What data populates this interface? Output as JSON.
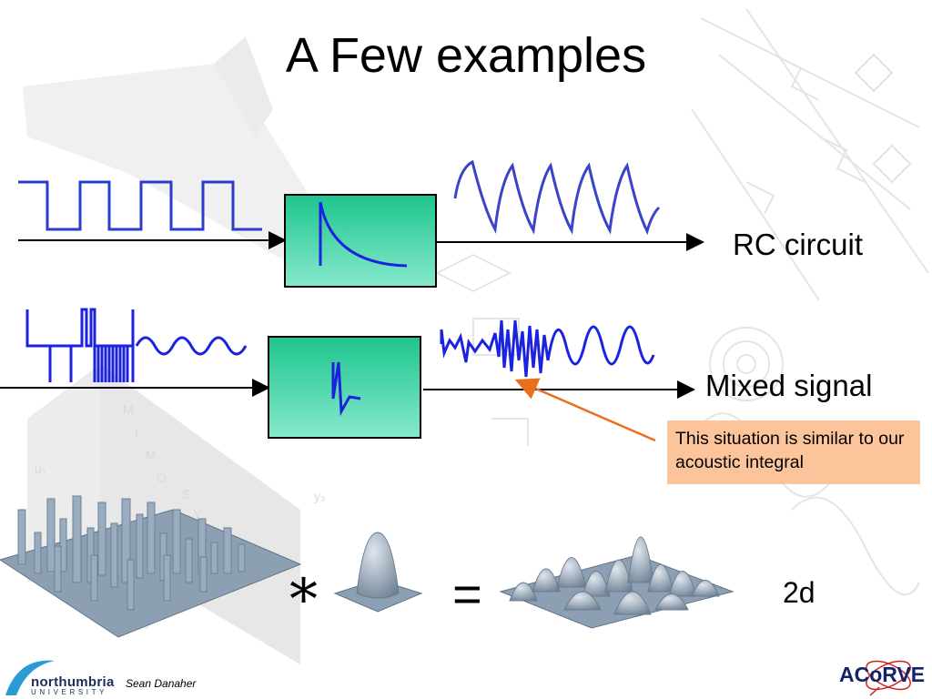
{
  "slide": {
    "title": "A Few examples",
    "rc_label": "RC circuit",
    "mixed_label": "Mixed signal",
    "callout_text": "This situation is similar to our acoustic integral",
    "twod_label": "2d",
    "convolve_symbol": "*",
    "equals_symbol": "=",
    "author": "Sean Danaher",
    "logo_northumbria": "northumbria",
    "logo_university": "UNIVERSITY",
    "logo_acorve": "ACoRVE"
  },
  "colors": {
    "signal": "#2233cc",
    "box_top": "#1ec48e",
    "box_bottom": "#7ee6c6",
    "callout_bg": "#fbc49a",
    "callout_arrow": "#e8701e"
  }
}
